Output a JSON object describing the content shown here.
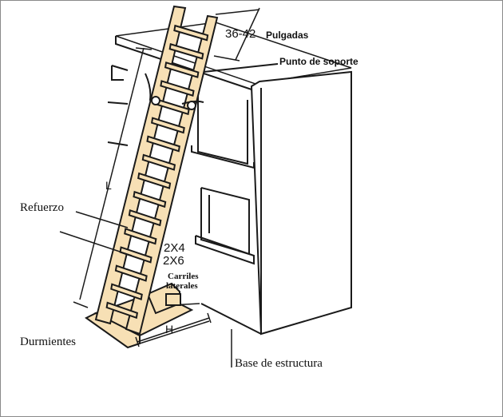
{
  "labels": {
    "width_range": "36-42",
    "width_unit": "Pulgadas",
    "support_point": "Punto de soporte",
    "length": "L",
    "brace": "Refuerzo",
    "lumber_a": "2X4",
    "lumber_b": "2X6",
    "side_rails_1": "Carriles",
    "side_rails_2": "laterales",
    "height": "H",
    "sleepers": "Durmientes",
    "structure_base": "Base de estructura"
  },
  "colors": {
    "wood": "#f7e0b5",
    "line": "#1a1a1a"
  }
}
